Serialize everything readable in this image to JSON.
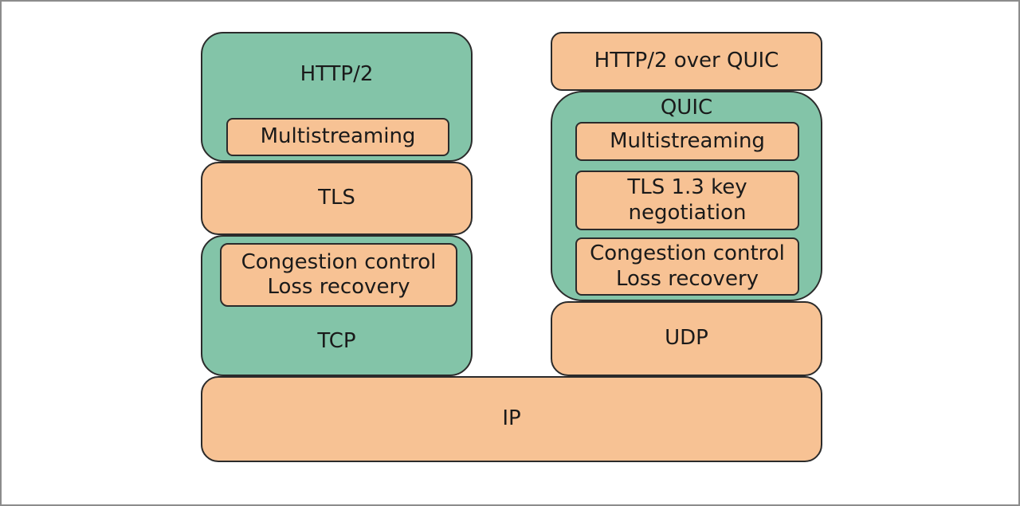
{
  "colors": {
    "orange": "#f7c294",
    "green": "#83c4a8",
    "border": "#2b2b2b"
  },
  "left_stack": {
    "http2": {
      "label": "HTTP/2",
      "inner": "Multistreaming"
    },
    "tls": "TLS",
    "tcp": {
      "inner_line1": "Congestion control",
      "inner_line2": "Loss recovery",
      "label": "TCP"
    }
  },
  "right_stack": {
    "http2_over_quic": "HTTP/2 over QUIC",
    "quic": {
      "label": "QUIC",
      "multistreaming": "Multistreaming",
      "tls_line1": "TLS 1.3 key",
      "tls_line2": "negotiation",
      "cc_line1": "Congestion control",
      "cc_line2": "Loss recovery"
    },
    "udp": "UDP"
  },
  "ip": "IP"
}
